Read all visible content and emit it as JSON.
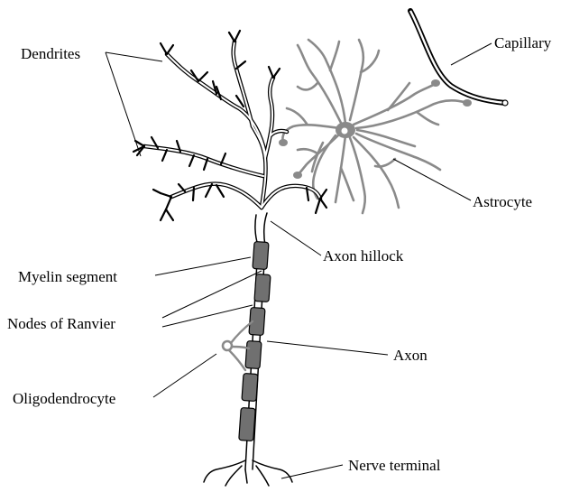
{
  "labels": {
    "dendrites": "Dendrites",
    "capillary": "Capillary",
    "astrocyte": "Astrocyte",
    "axon_hillock": "Axon hillock",
    "myelin_segment": "Myelin segment",
    "nodes_of_ranvier": "Nodes of Ranvier",
    "axon": "Axon",
    "oligodendrocyte": "Oligodendrocyte",
    "nerve_terminal": "Nerve terminal"
  },
  "colors": {
    "neuron": "#000000",
    "glia": "#8a8a8a",
    "myelin": "#707070",
    "background": "#ffffff"
  }
}
